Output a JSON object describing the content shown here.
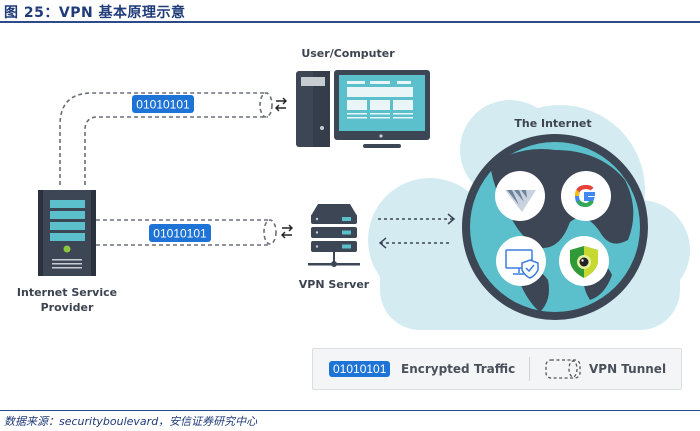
{
  "figure": {
    "title": "图 25：VPN 基本原理示意",
    "source": "数据来源：securityboulevard，安信证券研究中心"
  },
  "nodes": {
    "user_computer": {
      "label": "User/Computer",
      "icon": "desktop-computer-icon"
    },
    "isp": {
      "label_line1": "Internet Service",
      "label_line2": "Provider",
      "icon": "server-tower-icon"
    },
    "vpn_server": {
      "label": "VPN Server",
      "icon": "server-rack-icon"
    },
    "internet": {
      "label": "The Internet",
      "icon": "globe-icon",
      "services": [
        {
          "name": "vpn-brand-logo-icon"
        },
        {
          "name": "google-logo-icon"
        },
        {
          "name": "monitor-shield-icon"
        },
        {
          "name": "eye-shield-icon"
        }
      ]
    }
  },
  "tunnels": {
    "user_isp_traffic": "01010101",
    "isp_vpn_traffic": "01010101"
  },
  "legend": {
    "encrypted_sample": "01010101",
    "encrypted_label": "Encrypted Traffic",
    "tunnel_label": "VPN Tunnel"
  },
  "colors": {
    "accent_blue": "#1e73d6",
    "dark_slate": "#3d4654",
    "teal": "#5bc0cc",
    "cloud": "#d4ecf1",
    "title_navy": "#1f3b79"
  }
}
